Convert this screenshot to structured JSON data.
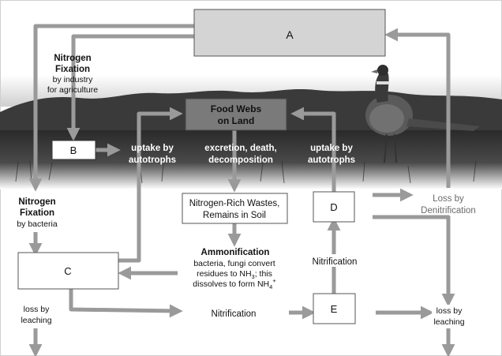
{
  "boxes": {
    "a": "A",
    "b": "B",
    "c": "C",
    "d": "D",
    "e": "E",
    "food_webs": [
      "Food Webs",
      "on Land"
    ],
    "wastes": [
      "Nitrogen-Rich Wastes,",
      "Remains in Soil"
    ]
  },
  "labels": {
    "fixation_industry": {
      "title": [
        "Nitrogen",
        "Fixation"
      ],
      "detail": [
        "by industry",
        "for agriculture"
      ]
    },
    "fixation_bacteria": {
      "title": [
        "Nitrogen",
        "Fixation"
      ],
      "detail": [
        "by bacteria"
      ]
    },
    "uptake_left": [
      "uptake by",
      "autotrophs"
    ],
    "excretion": [
      "excretion, death,",
      "decomposition"
    ],
    "uptake_right": [
      "uptake by",
      "autotrophs"
    ],
    "denitrification": [
      "Loss by",
      "Denitrification"
    ],
    "ammonification": {
      "title": "Ammonification",
      "line1": "bacteria, fungi convert",
      "line2_a": "residues to NH",
      "line2_sub": "3",
      "line2_b": "; this",
      "line3_a": "dissolves to form NH",
      "line3_sub": "4",
      "line3_sup": "+"
    },
    "nitrification_upper": "Nitrification",
    "nitrification_lower": "Nitrification",
    "leaching_left": [
      "loss by",
      "leaching"
    ],
    "leaching_right": [
      "loss by",
      "leaching"
    ]
  },
  "colors": {
    "background": "#ffffff",
    "box_a_fill": "#d4d4d4",
    "food_webs_fill": "#7a7a7a",
    "arrow": "#9a9a9a",
    "hills": "#3a3a3a",
    "sky_band": "#bdbdbd"
  },
  "icons": [
    "pheasant-bird-icon"
  ]
}
